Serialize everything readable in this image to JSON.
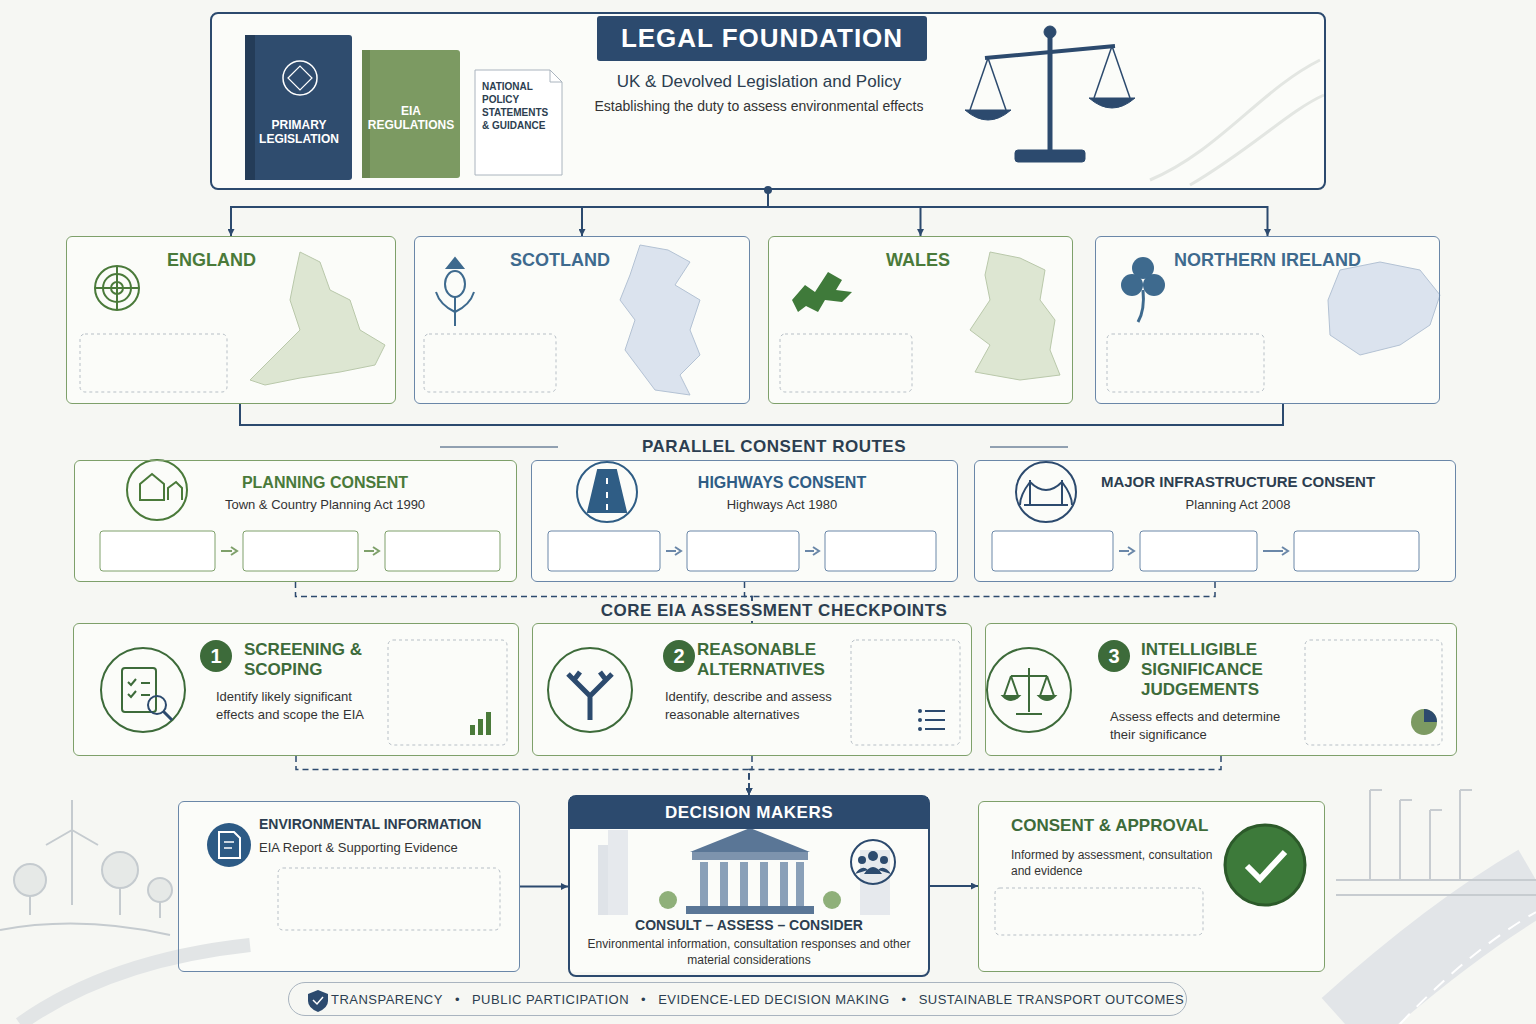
{
  "diagram": {
    "nodes": [
      {
        "text": [
          "LEGAL FOUNDATION",
          "UK & Devolved Legislation and Policy",
          "Establishing the duty to assess environmental effects"
        ]
      },
      {
        "text": [
          "ENGLAND"
        ]
      },
      {
        "text": [
          "SCOTLAND"
        ]
      },
      {
        "text": [
          "WALES"
        ]
      },
      {
        "text": [
          "NORTHERN IRELAND"
        ]
      },
      {
        "text": [
          "PLANNING CONSENT",
          "Town & Country Planning Act 1990"
        ]
      },
      {
        "text": [
          "HIGHWAYS CONSENT",
          "Highways Act 1980"
        ]
      },
      {
        "text": [
          "MAJOR INFRASTRUCTURE CONSENT",
          "Planning Act 2008"
        ]
      },
      {
        "text": [
          "1",
          "SCREENING & SCOPING",
          "Identify likely significant effects and scope the EIA"
        ]
      },
      {
        "text": [
          "2",
          "REASONABLE ALTERNATIVES",
          "Identify, describe and assess reasonable alternatives"
        ]
      },
      {
        "text": [
          "3",
          "INTELLIGIBLE SIGNIFICANCE JUDGEMENTS",
          "Assess effects and determine their significance"
        ]
      },
      {
        "text": [
          "ENVIRONMENTAL INFORMATION",
          "EIA Report & Supporting Evidence"
        ]
      },
      {
        "text": [
          "DECISION MAKERS",
          "CONSULT – ASSESS – CONSIDER",
          "Environmental information, consultation responses and other material considerations"
        ]
      },
      {
        "text": [
          "CONSENT & APPROVAL",
          "Informed by assessment, consultation and evidence"
        ]
      }
    ],
    "edges": [
      {
        "from": 0,
        "to": 1,
        "arrow": "to"
      },
      {
        "from": 0,
        "to": 2,
        "arrow": "to"
      },
      {
        "from": 0,
        "to": 3,
        "arrow": "to"
      },
      {
        "from": 0,
        "to": 4,
        "arrow": "to"
      },
      {
        "from": 5,
        "to": 9,
        "arrow": "to"
      },
      {
        "from": 6,
        "to": 9,
        "arrow": "to"
      },
      {
        "from": 7,
        "to": 9,
        "arrow": "to"
      },
      {
        "from": 8,
        "to": 12,
        "arrow": "to"
      },
      {
        "from": 9,
        "to": 12,
        "arrow": "to"
      },
      {
        "from": 10,
        "to": 12,
        "arrow": "to"
      },
      {
        "from": 11,
        "to": 12,
        "arrow": "to"
      },
      {
        "from": 12,
        "to": 13,
        "arrow": "to"
      }
    ],
    "labels": [
      "PRIMARY LEGISLATION",
      "EIA REGULATIONS",
      "NATIONAL POLICY STATEMENTS & GUIDANCE",
      "PARALLEL CONSENT ROUTES",
      "CORE EIA ASSESSMENT CHECKPOINTS",
      "TRANSPARENCY",
      "•",
      "PUBLIC PARTICIPATION",
      "•",
      "EVIDENCE-LED DECISION MAKING",
      "•",
      "SUSTAINABLE TRANSPORT OUTCOMES"
    ]
  }
}
